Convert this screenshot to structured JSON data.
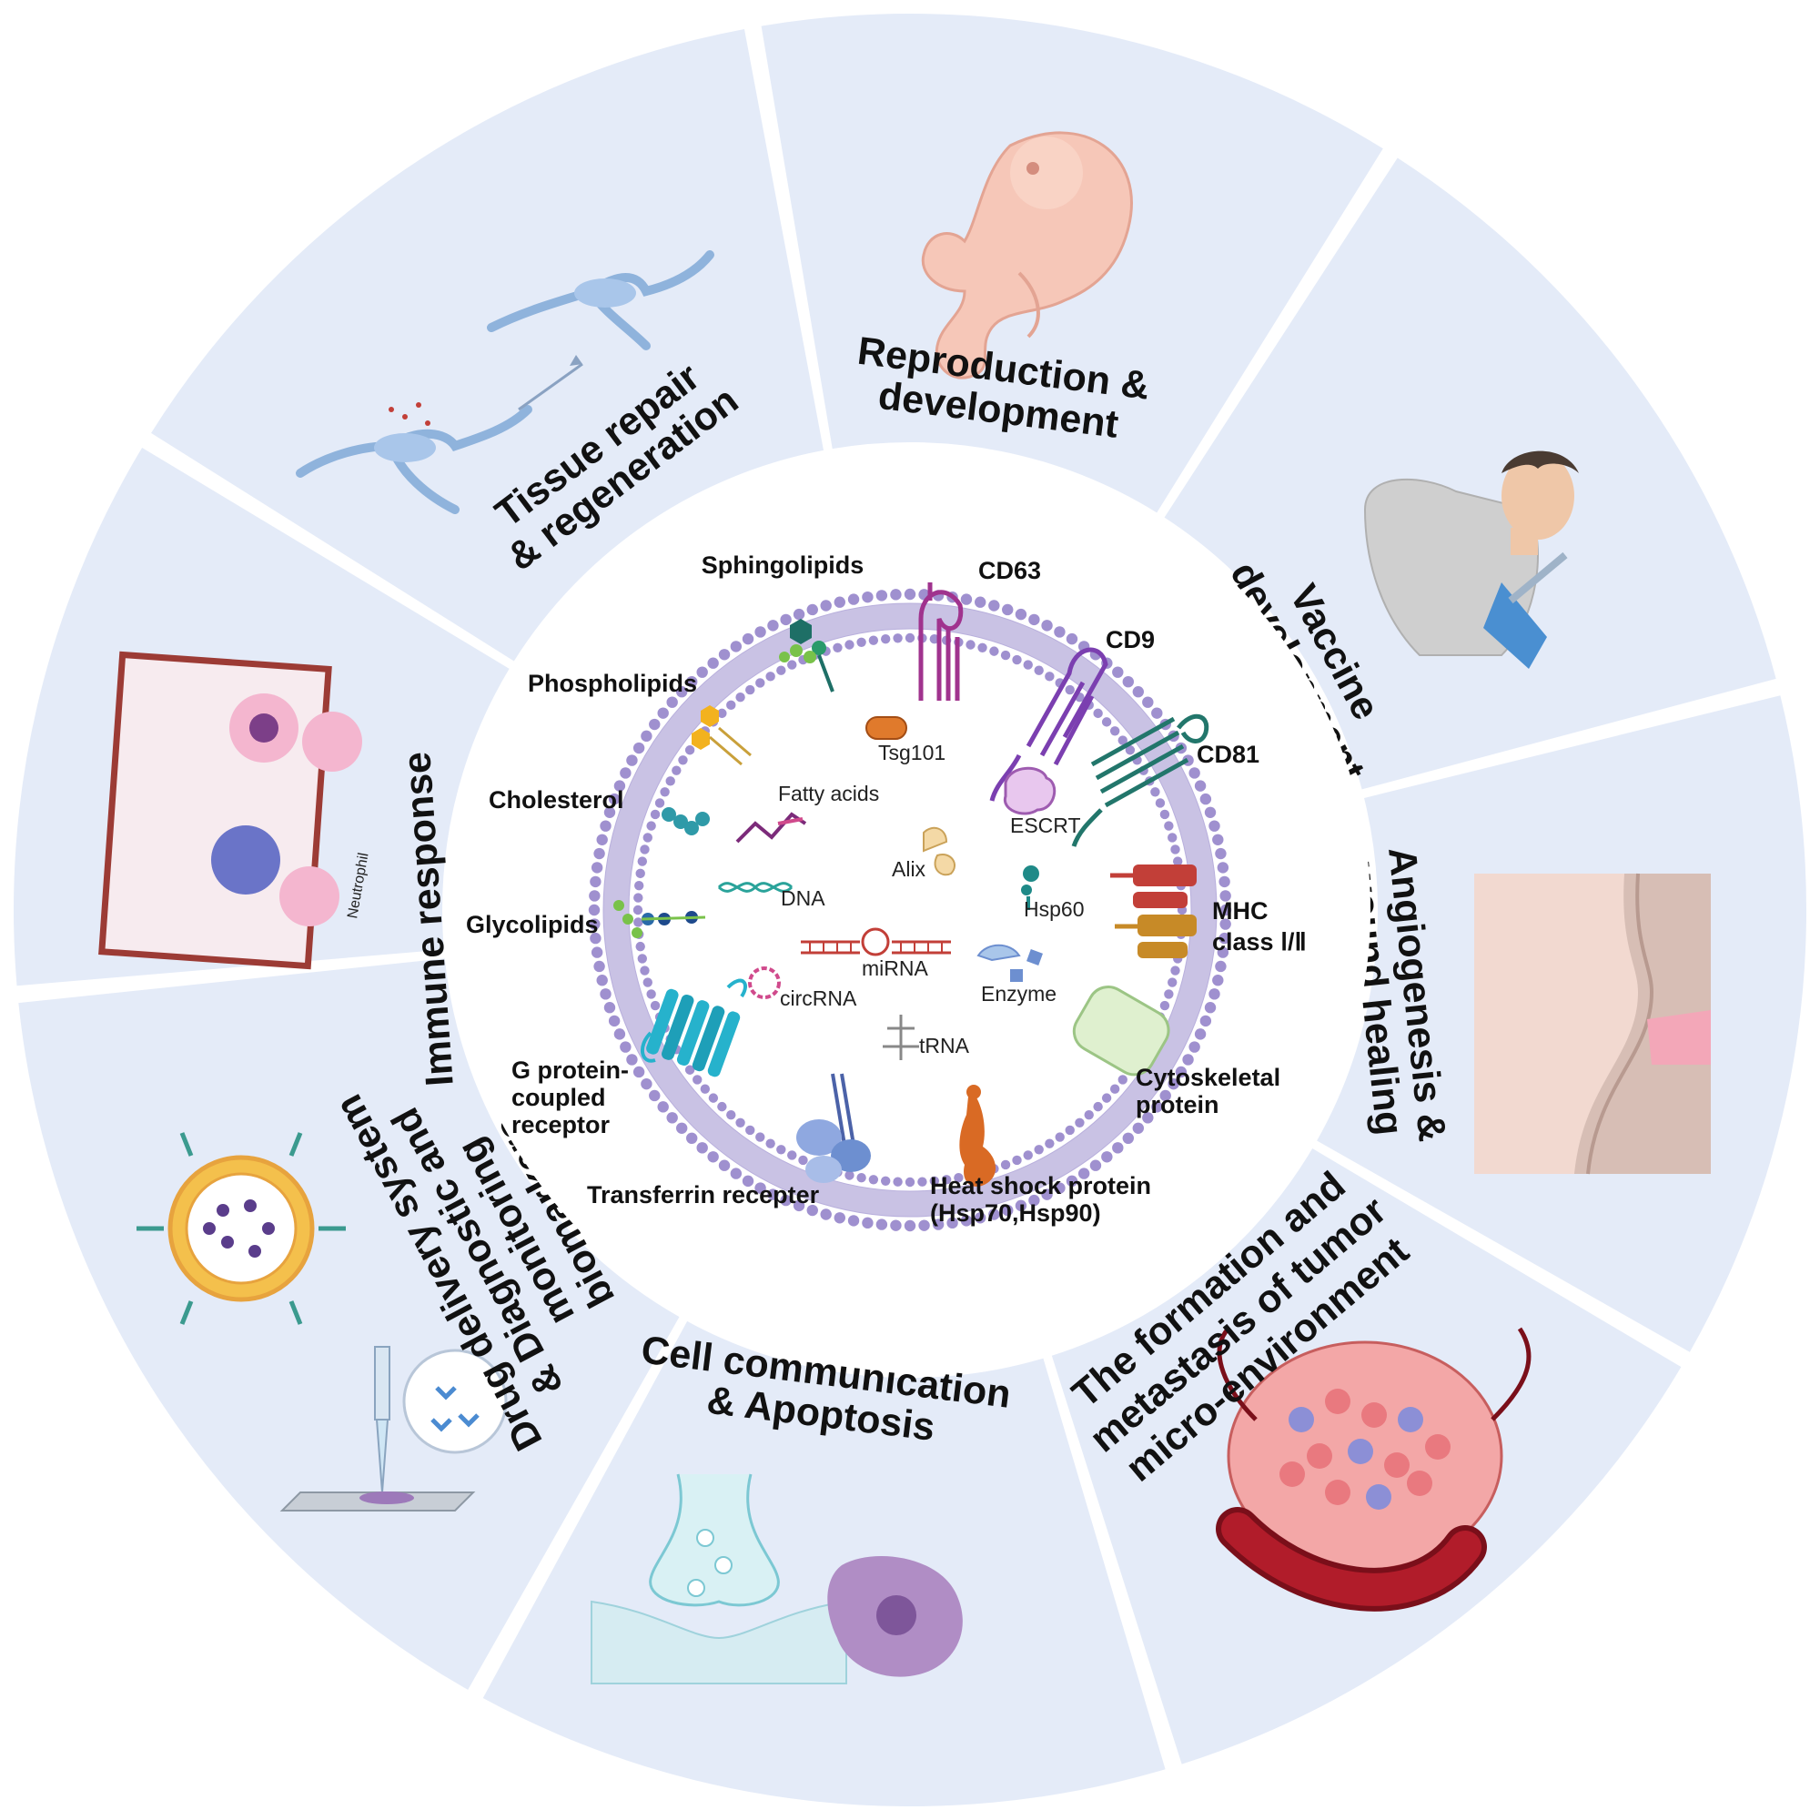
{
  "segments": [
    {
      "id": "reproduction",
      "lines": [
        "Reproduction &",
        "development"
      ],
      "icon": "embryo-icon"
    },
    {
      "id": "vaccine",
      "lines": [
        "Vaccine",
        "development"
      ],
      "icon": "vaccination-icon"
    },
    {
      "id": "angiogenesis",
      "lines": [
        "Angiogenesis &",
        "wound healing"
      ],
      "icon": "skin-wound-icon"
    },
    {
      "id": "tumor",
      "lines": [
        "The formation and",
        "metastasis of tumor",
        "micro-environment"
      ],
      "icon": "tumor-vessel-icon"
    },
    {
      "id": "cell-communication",
      "lines": [
        "Cell communication",
        "& Apoptosis"
      ],
      "icon": "synapse-icon"
    },
    {
      "id": "drug-delivery",
      "lines": [
        "Drug delivery system",
        "& Diagnostic and",
        "monitoring",
        "biomarkers"
      ],
      "icon": "liposome-icon"
    },
    {
      "id": "immune",
      "lines": [
        "Immune response"
      ],
      "icon": "neutrophil-icon"
    },
    {
      "id": "tissue-repair",
      "lines": [
        "Tissue repair",
        "& regeneration"
      ],
      "icon": "cell-migration-icon"
    }
  ],
  "illustration_text": {
    "neutrophil": "Neutrophil"
  },
  "membrane_components": [
    {
      "id": "sphingolipids",
      "label": "Sphingolipids"
    },
    {
      "id": "cd63",
      "label": "CD63"
    },
    {
      "id": "cd9",
      "label": "CD9"
    },
    {
      "id": "cd81",
      "label": "CD81"
    },
    {
      "id": "phospholipids",
      "label": "Phospholipids"
    },
    {
      "id": "cholesterol",
      "label": "Cholesterol"
    },
    {
      "id": "glycolipids",
      "label": "Glycolipids"
    },
    {
      "id": "mhc",
      "lines": [
        "MHC",
        "class Ⅰ/Ⅱ"
      ]
    },
    {
      "id": "gpcr",
      "lines": [
        "G protein-",
        "coupled",
        "receptor"
      ]
    },
    {
      "id": "cytoskeletal",
      "lines": [
        "Cytoskeletal",
        "protein"
      ]
    },
    {
      "id": "transferrin",
      "label": "Transferrin recepter"
    },
    {
      "id": "hsp",
      "lines": [
        "Heat shock protein",
        "(Hsp70,Hsp90)"
      ]
    }
  ],
  "cargo": [
    {
      "id": "tsg101",
      "label": "Tsg101"
    },
    {
      "id": "fatty-acids",
      "label": "Fatty acids"
    },
    {
      "id": "escrt",
      "label": "ESCRT"
    },
    {
      "id": "alix",
      "label": "Alix"
    },
    {
      "id": "dna",
      "label": "DNA"
    },
    {
      "id": "hsp60",
      "label": "Hsp60"
    },
    {
      "id": "mirna",
      "label": "miRNA"
    },
    {
      "id": "enzyme",
      "label": "Enzyme"
    },
    {
      "id": "circrna",
      "label": "circRNA"
    },
    {
      "id": "trna",
      "label": "tRNA"
    }
  ],
  "colors": {
    "segment_fill": "#e4ebf8",
    "membrane": "#8f80c2",
    "head": "#9f90cf",
    "cd63": "#a0338e",
    "cd9": "#7b3fb0",
    "cd81": "#22766b",
    "mhc1": "#c23f38",
    "mhc2": "#c78a27",
    "gpcr": "#26b2cc",
    "transferrin": "#6d8fd0",
    "hsp": "#d96a24",
    "cytoskeletal": "#dff0cf"
  }
}
